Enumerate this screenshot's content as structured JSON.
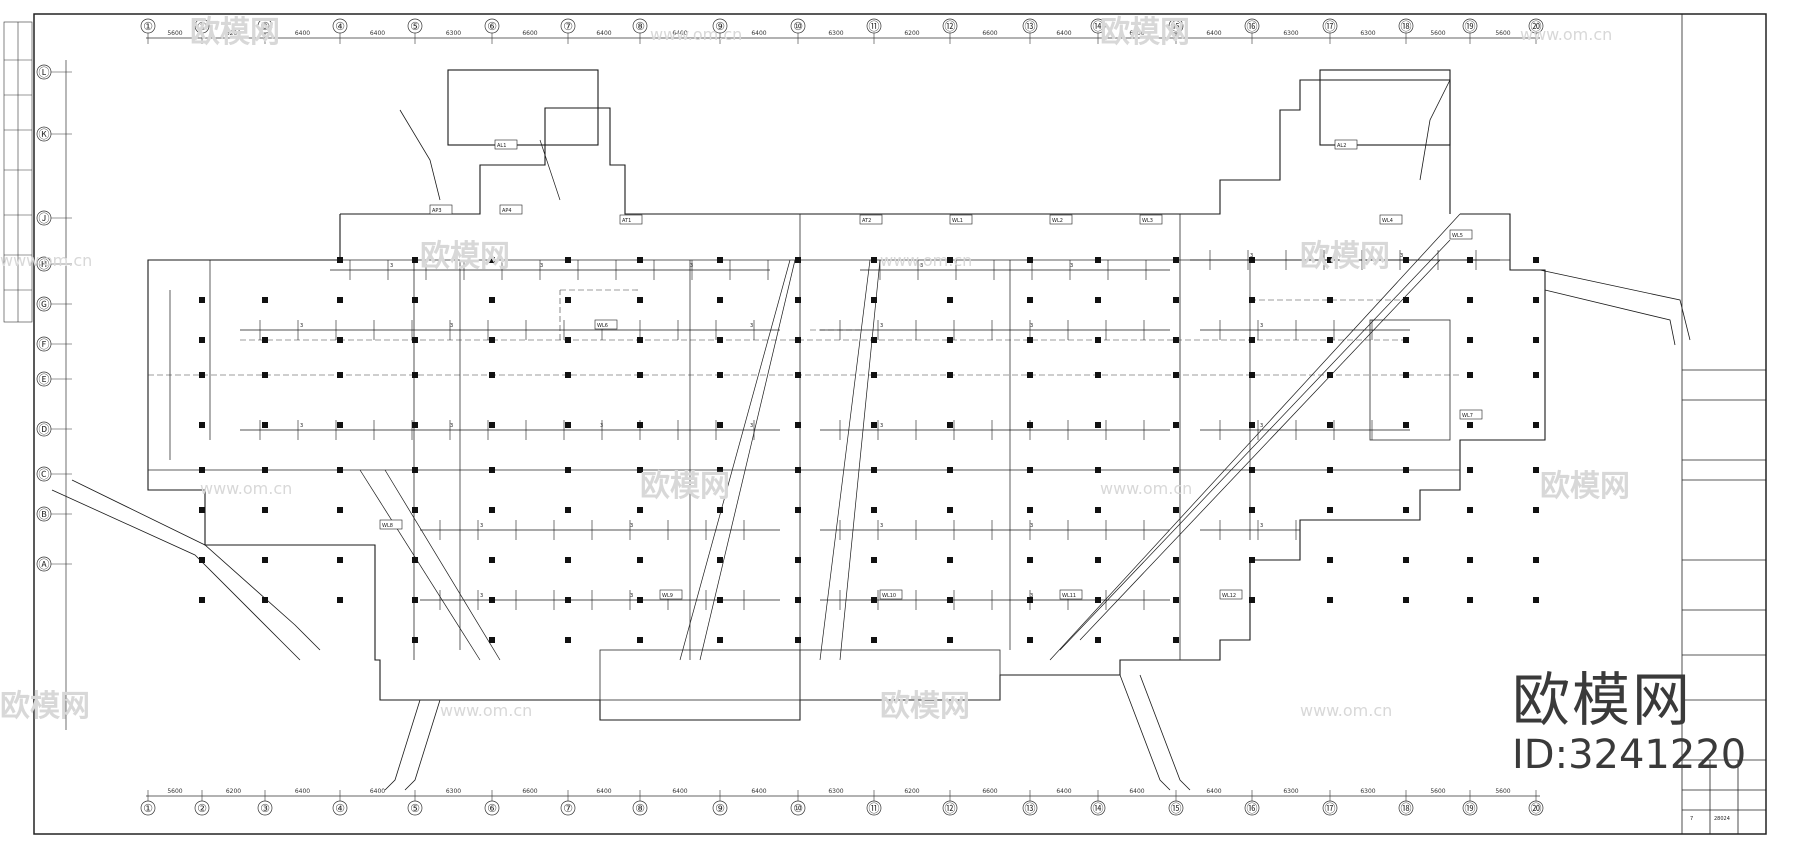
{
  "watermark": {
    "brand_text": "欧模网",
    "site_text": "www.om.cn",
    "id_text": "ID:3241220"
  },
  "grid": {
    "columns": [
      "①",
      "②",
      "③",
      "④",
      "⑤",
      "⑥",
      "⑦",
      "⑧",
      "⑨",
      "⑩",
      "⑪",
      "⑫",
      "⑬",
      "⑭",
      "⑮",
      "⑯",
      "⑰",
      "⑱",
      "⑲",
      "⑳"
    ],
    "rows": [
      "Ⓛ",
      "Ⓚ",
      "Ⓙ",
      "Ⓗ",
      "Ⓖ",
      "Ⓕ",
      "Ⓔ",
      "Ⓓ",
      "Ⓒ",
      "Ⓑ",
      "Ⓐ"
    ],
    "dimensions": [
      "5600",
      "6200",
      "6400",
      "6400",
      "6300",
      "6600",
      "6400",
      "6400",
      "6400",
      "6300",
      "6200",
      "6600",
      "6400",
      "6400",
      "6400",
      "6300",
      "6300",
      "5600",
      "5600"
    ]
  },
  "labels": {
    "equipment_tags": [
      "AL1",
      "AL2",
      "AP3",
      "AP4",
      "AT1",
      "AT2",
      "WL1",
      "WL2",
      "WL3",
      "WL4",
      "WL5",
      "WL6",
      "WL7",
      "WL8",
      "WL9",
      "WL10",
      "WL11",
      "WL12"
    ],
    "circuit_number": "3"
  },
  "title_block": {
    "revision": "7",
    "sheet_no": "28024"
  },
  "colors": {
    "line": "#1a1a1a",
    "dashed": "#3a3a3a",
    "column_fill": "#111111",
    "watermark": "#d8d8d8"
  }
}
